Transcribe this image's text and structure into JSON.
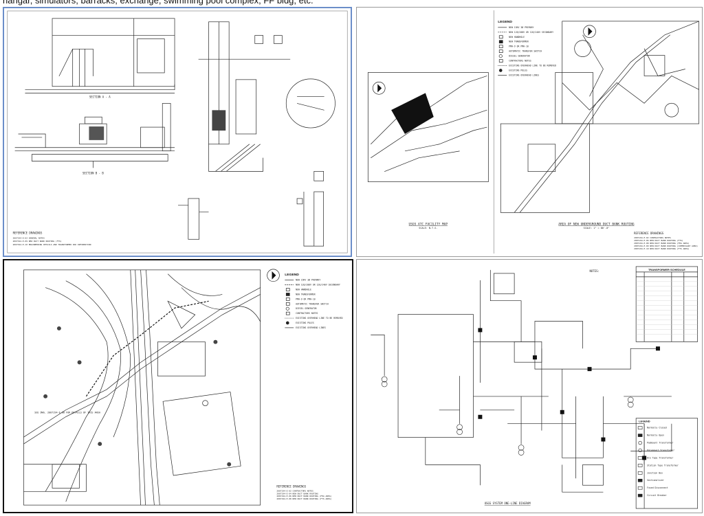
{
  "caption": "hangar, simulators, barracks, exchange, swimming pool complex, FF bldg, etc.",
  "sheet1": {
    "section_a": "SECTION  A - A",
    "section_b": "SECTION  B - B",
    "ref_title": "REFERENCE DRAWINGS",
    "refs": [
      "2007194-E-02  GENERAL NOTES",
      "2007194-E-09  NEW DUCT BANK ROUTING (FTS)",
      "2007194-E-10  ENGINEERING DETAILS AND TRANSFORMER PAD INFORMATION"
    ]
  },
  "sheet2": {
    "legend_title": "LEGEND",
    "legend_items": [
      "NEW 15KV 3Ø PRIMARY",
      "NEW 120/208V OR 120/240V SECONDARY",
      "NEW HANDHOLE",
      "NEW TRANSFORMER",
      "PMH-9 OR PMH-10",
      "AUTOMATIC TRANSFER SWITCH",
      "DIESEL GENERATOR",
      "CONTRACTORS NOTES",
      "EXISTING OVERHEAD LINE TO BE REMOVED",
      "EXISTING POLES",
      "EXISTING OVERHEAD LINES"
    ],
    "map_title": "USGS ATC FACILITY MAP",
    "map_scale": "SCALE: N.T.S.",
    "area_title": "AREA OF NEW UNDERGROUND DUCT BANK ROUTING",
    "area_scale": "SCALE: 1\" = 80'-0\"",
    "ref_title": "REFERENCE DRAWINGS",
    "refs": [
      "2007194-E-02  CONTRACTORS NOTES",
      "2007194-E-06  NEW DUCT BANK ROUTING (FTS)",
      "2007194-E-08  NEW DUCT BANK ROUTING (FHA AREA)",
      "2007194-E-09  NEW DUCT BANK ROUTING (COMMISSARY AREA)",
      "2007194-E-10  NEW DUCT BANK ROUTING (FTS AREA)"
    ]
  },
  "sheet3": {
    "legend_title": "LEGEND",
    "legend_items": [
      "NEW 15KV 3Ø PRIMARY",
      "NEW 120/208V OR 120/240V SECONDARY",
      "NEW HANDHOLE",
      "NEW TRANSFORMER",
      "PMH-9 OR PMH-10",
      "AUTOMATIC TRANSFER SWITCH",
      "DIESEL GENERATOR",
      "CONTRACTORS NOTES",
      "EXISTING OVERHEAD LINE TO BE REMOVED",
      "EXISTING POLES",
      "EXISTING OVERHEAD LINES"
    ],
    "note": "SEE DWG. 2007194-E-08 FOR DETAILS OF THIS AREA",
    "ref_title": "REFERENCE DRAWINGS",
    "refs": [
      "2007194-E-02  CONTRACTORS NOTES",
      "2007194-E-04  NEW DUCT BANK ROUTING",
      "2007194-E-06  NEW DUCT BANK ROUTING (FHA AREA)",
      "2007194-E-08  NEW DUCT BANK ROUTING (FTS AREA)"
    ]
  },
  "sheet4": {
    "notes_title": "NOTES:",
    "schedule_title": "TRANSFORMER SCHEDULE",
    "diagram_title": "USGS SYSTEM ONE-LINE DIAGRAM",
    "legend_title": "LEGEND",
    "legend_items": [
      "Normally Closed",
      "Normally Open",
      "Padmount Transformer",
      "Polemount Transformer",
      "Dry Type Transformer",
      "Station Type Transformer",
      "Junction Box",
      "Sectionalizer",
      "Fused Disconnect",
      "Circuit Breaker"
    ]
  }
}
